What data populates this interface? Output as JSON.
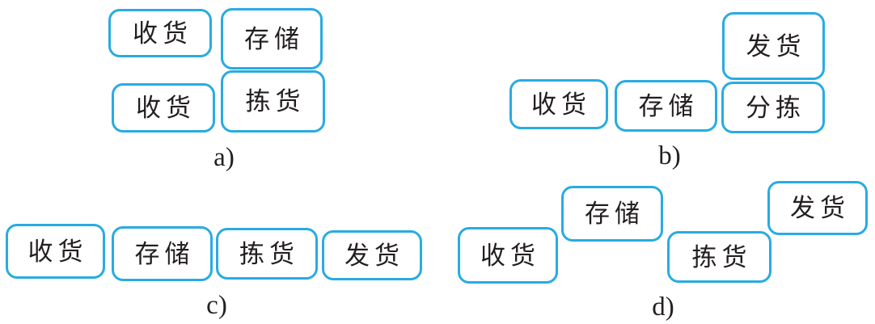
{
  "colors": {
    "box_border": "#29ABE2",
    "box_fill": "#FFFFFF",
    "text": "#231F20",
    "background": "#FFFFFF"
  },
  "panels": [
    {
      "label": "a)",
      "boxes": [
        {
          "text": "收货"
        },
        {
          "text": "存储"
        },
        {
          "text": "收货"
        },
        {
          "text": "拣货"
        }
      ]
    },
    {
      "label": "b)",
      "boxes": [
        {
          "text": "发货"
        },
        {
          "text": "收货"
        },
        {
          "text": "存储"
        },
        {
          "text": "分拣"
        }
      ]
    },
    {
      "label": "c)",
      "boxes": [
        {
          "text": "收货"
        },
        {
          "text": "存储"
        },
        {
          "text": "拣货"
        },
        {
          "text": "发货"
        }
      ]
    },
    {
      "label": "d)",
      "boxes": [
        {
          "text": "收货"
        },
        {
          "text": "存储"
        },
        {
          "text": "拣货"
        },
        {
          "text": "发货"
        }
      ]
    }
  ]
}
